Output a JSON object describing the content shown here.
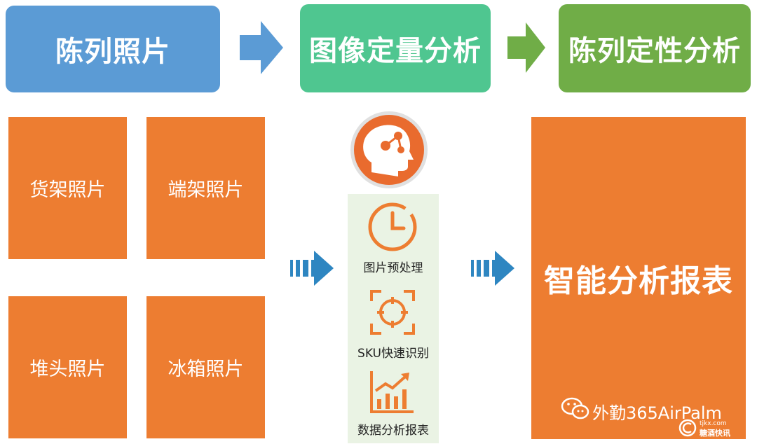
{
  "headers": {
    "step1": "陈列照片",
    "step2": "图像定量分析",
    "step3": "陈列定性分析"
  },
  "photos": {
    "shelf": "货架照片",
    "endcap": "端架照片",
    "stack": "堆头照片",
    "fridge": "冰箱照片"
  },
  "process": {
    "preprocess": "图片预处理",
    "sku_recognition": "SKU快速识别",
    "data_report": "数据分析报表"
  },
  "report": "智能分析报表",
  "watermark": {
    "main": "外勤365AirPalm",
    "site": "tjkx.com",
    "brand": "糖酒快讯"
  },
  "icons": {
    "arrow1": "right-arrow-icon",
    "arrow2": "right-arrow-icon",
    "arrow3": "striped-right-arrow-icon",
    "arrow4": "striped-right-arrow-icon",
    "brain": "ai-head-icon",
    "clock": "clock-icon",
    "scan": "target-scan-icon",
    "chart": "growth-chart-icon",
    "wechat": "wechat-icon"
  },
  "colors": {
    "blue": "#5b9bd5",
    "green": "#4fc690",
    "light_green": "#70ad47",
    "orange": "#ed7d31",
    "steel_blue": "#2e86c1"
  }
}
